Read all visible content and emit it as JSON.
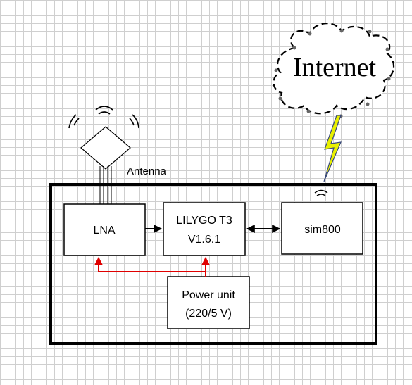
{
  "cloud": {
    "label": "Internet"
  },
  "antenna": {
    "label": "Antenna"
  },
  "blocks": {
    "lna": {
      "label": "LNA"
    },
    "lilygo": {
      "line1": "LILYGO T3",
      "line2": "V1.6.1"
    },
    "sim800": {
      "label": "sim800"
    },
    "power": {
      "line1": "Power unit",
      "line2": "(220/5 V)"
    }
  },
  "colors": {
    "power_line": "#e00000",
    "lightning": "#e8f000",
    "grid": "#cfcfcf"
  },
  "icons": [
    "signal-icon",
    "lightning-icon",
    "cloud-icon",
    "antenna-icon"
  ]
}
